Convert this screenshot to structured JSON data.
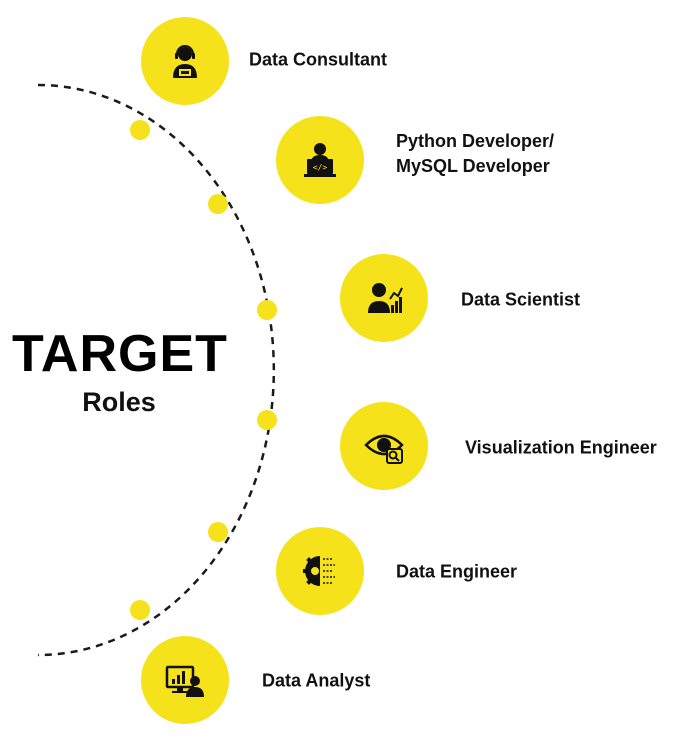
{
  "heading": {
    "title": "TARGET",
    "subtitle": "Roles"
  },
  "colors": {
    "accent": "#f6e21a",
    "text": "#111111",
    "icon": "#111111"
  },
  "roles": [
    {
      "label": "Data Consultant",
      "icon": "headset-agent-icon"
    },
    {
      "label": "Python Developer/\nMySQL Developer",
      "icon": "developer-laptop-icon"
    },
    {
      "label": "Data Scientist",
      "icon": "scientist-chart-icon"
    },
    {
      "label": "Visualization Engineer",
      "icon": "eye-search-icon"
    },
    {
      "label": "Data Engineer",
      "icon": "gear-circuit-icon"
    },
    {
      "label": "Data Analyst",
      "icon": "analyst-screen-icon"
    }
  ]
}
